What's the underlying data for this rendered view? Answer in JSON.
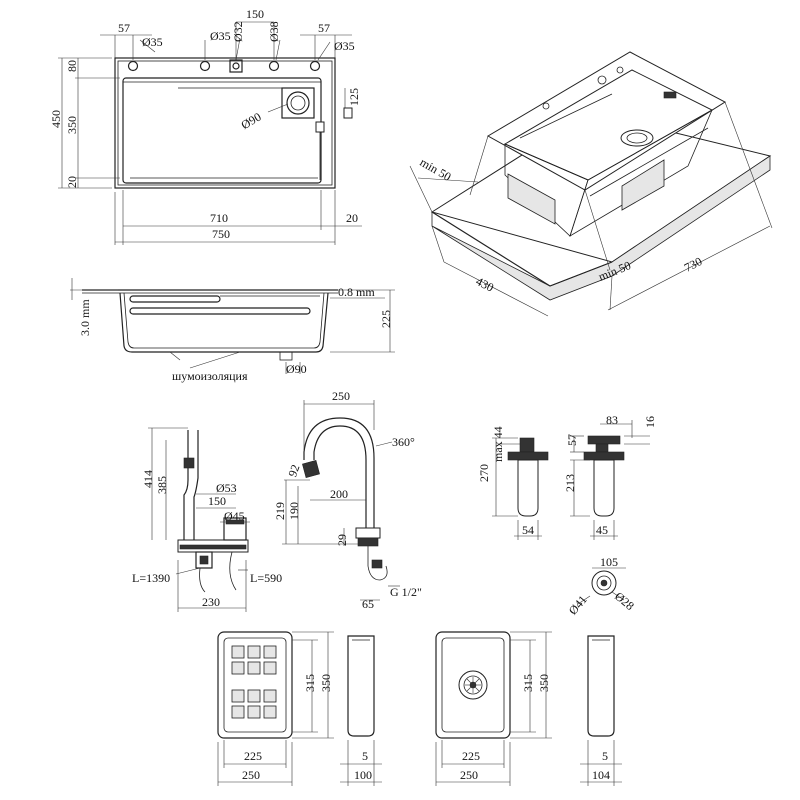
{
  "top_view": {
    "d57a": "57",
    "d35a": "Ø35",
    "d35b": "Ø35",
    "d150": "150",
    "d32": "Ø32",
    "d38": "Ø38",
    "d57b": "57",
    "d35c": "Ø35",
    "d80": "80",
    "d450": "450",
    "d350": "350",
    "d20v": "20",
    "d90": "Ø90",
    "d125": "125",
    "d710": "710",
    "d20h": "20",
    "d750": "750"
  },
  "iso_view": {
    "min50a": "min 50",
    "min50b": "min 50",
    "d430": "430",
    "d730": "730"
  },
  "section_view": {
    "thick3": "3.0 mm",
    "thick08": "0.8 mm",
    "d225": "225",
    "insulation": "шумоизоляция",
    "d90": "Ø90"
  },
  "faucet_pull": {
    "d414": "414",
    "d385": "385",
    "d53": "Ø53",
    "d150": "150",
    "d45": "Ø45",
    "L1390": "L=1390",
    "L590": "L=590",
    "d230": "230"
  },
  "faucet_gooseneck": {
    "d250": "250",
    "d360": "360°",
    "d92": "92",
    "d200": "200",
    "d219": "219",
    "d190": "190",
    "d29": "29",
    "g12": "G 1/2\"",
    "d65": "65"
  },
  "dispenser_a": {
    "d270": "270",
    "max44": "max 44",
    "d54": "54"
  },
  "dispenser_b": {
    "d83": "83",
    "d16": "16",
    "d57": "57",
    "d213": "213",
    "d45": "45"
  },
  "dispenser_hole": {
    "d105": "105",
    "d41": "Ø41",
    "d28": "Ø28"
  },
  "tray_a": {
    "d315": "315",
    "d350": "350",
    "d225": "225",
    "d250": "250",
    "d5": "5",
    "d100": "100"
  },
  "tray_b": {
    "d315": "315",
    "d350": "350",
    "d225": "225",
    "d250": "250",
    "d5": "5",
    "d104": "104"
  }
}
